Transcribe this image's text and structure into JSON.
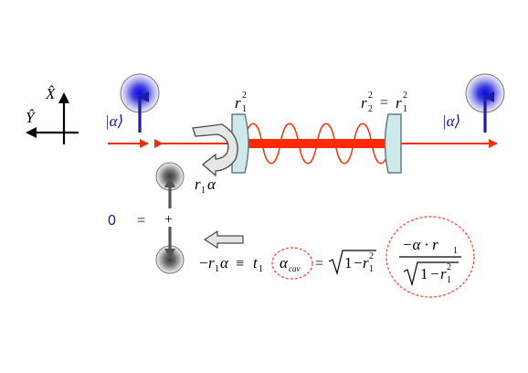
{
  "axes": {
    "x_label": "X̂",
    "y_label": "Ŷ"
  },
  "mirrors": {
    "left_label_base": "r",
    "left_label_sub": "1",
    "left_label_sup": "2",
    "right_label_lhs_base": "r",
    "right_label_lhs_sub": "2",
    "right_label_lhs_sup": "2",
    "right_label_eq": "=",
    "right_label_rhs_base": "r",
    "right_label_rhs_sub": "1",
    "right_label_rhs_sup": "2"
  },
  "states": {
    "left_ket": "|α⟩",
    "right_ket": "|α⟩",
    "reflected_label_coeff": "r",
    "reflected_label_sub": "1",
    "reflected_label_sym": "α"
  },
  "decomposition": {
    "zero": "0",
    "equals": "=",
    "plus": "+"
  },
  "equation": {
    "minus": "−",
    "r": "r",
    "r_sub": "1",
    "alpha": "α",
    "equiv": "≡",
    "t": "t",
    "t_sub": "1",
    "alpha_cav_base": "α",
    "alpha_cav_sub": "cav",
    "eq": "=",
    "sqrt_one": "1",
    "sqrt_minus": "−",
    "sqrt_r": "r",
    "sqrt_r_sub": "1",
    "sqrt_r_sup": "2",
    "frac_num": "−α · r",
    "frac_num_sub": "1",
    "frac_den_one": "1",
    "frac_den_minus": "−",
    "frac_den_r": "r",
    "frac_den_sub": "1",
    "frac_den_sup": "2"
  },
  "colors": {
    "beam": "#ff2a00",
    "ket_blue": "#1414a0",
    "arrow_blue": "#1c1ca8",
    "mirror_fill": "#cfe8ea",
    "mirror_stroke": "#5e7f86",
    "dashed_circle": "#ff3a2a",
    "vacuum_gray": "#555555"
  },
  "icons": {
    "coherent_state_left": "coherent-state-blob-icon",
    "coherent_state_right": "coherent-state-blob-icon",
    "vacuum_top": "vacuum-state-blob-icon",
    "vacuum_bottom": "vacuum-state-blob-icon",
    "reflection_arrow": "curved-reflection-arrow-icon",
    "outline_arrow": "hollow-left-arrow-icon"
  }
}
